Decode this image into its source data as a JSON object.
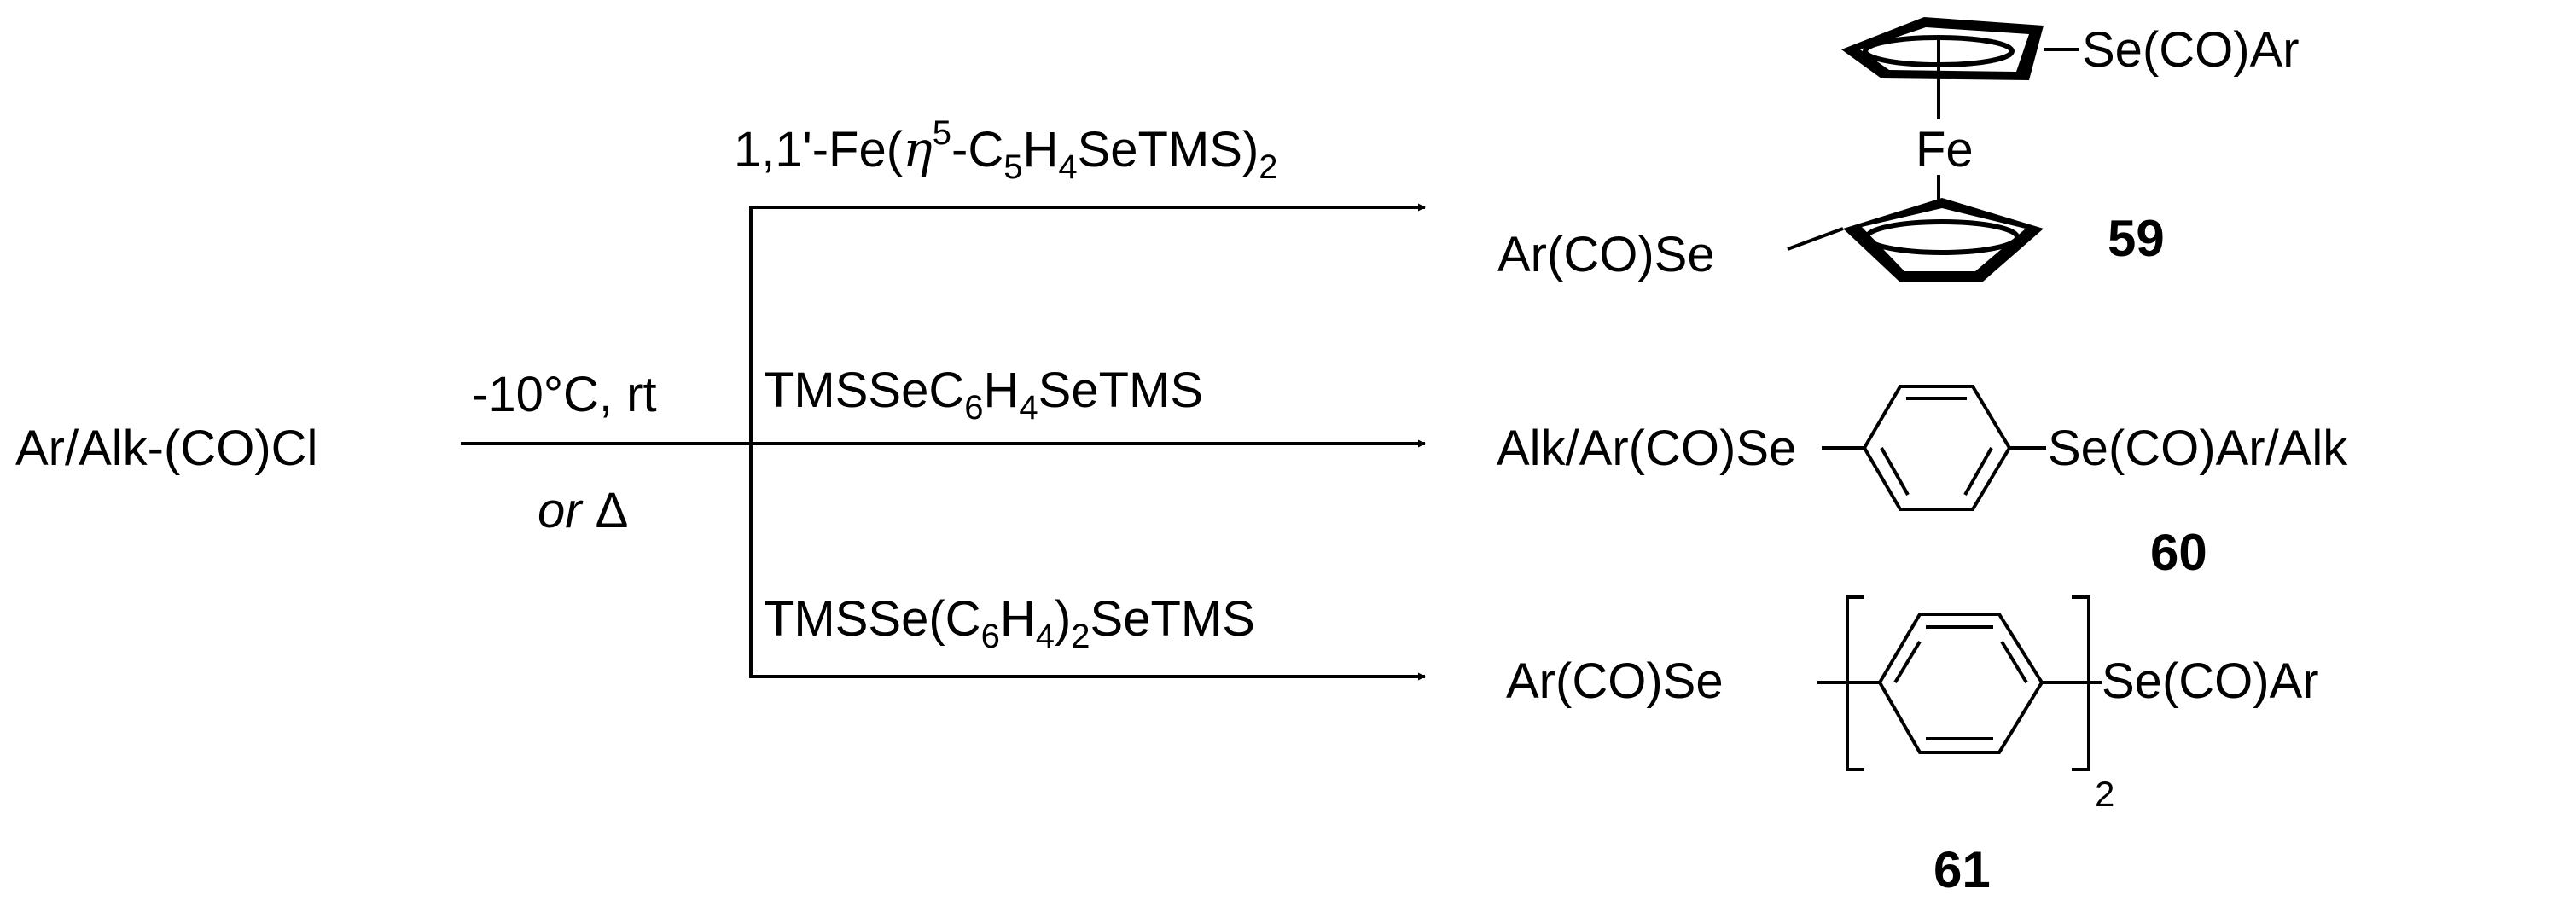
{
  "reactant": "Ar/Alk-(CO)Cl",
  "conditions": {
    "above": "-10°C, rt",
    "below_or": "or",
    "below_delta": "Δ"
  },
  "routes": [
    {
      "reagent": {
        "prefix": "1,1'-Fe(",
        "eta": "η",
        "eta_sup": "5",
        "mid": "-C",
        "sub1": "5",
        "h": "H",
        "sub2": "4",
        "rest": "SeTMS)",
        "sub3": "2"
      },
      "product": {
        "top_sub": "Se(CO)Ar",
        "metal": "Fe",
        "bottom_sub": "Ar(CO)Se",
        "number": "59"
      }
    },
    {
      "reagent": {
        "a": "TMSSeC",
        "sub1": "6",
        "b": "H",
        "sub2": "4",
        "c": "SeTMS"
      },
      "product": {
        "left": "Alk/Ar(CO)Se",
        "right": "Se(CO)Ar/Alk",
        "number": "60"
      }
    },
    {
      "reagent": {
        "a": "TMSSe(C",
        "sub1": "6",
        "b": "H",
        "sub2": "4",
        "c": ")",
        "sub3": "2",
        "d": "SeTMS"
      },
      "product": {
        "left": "Ar(CO)Se",
        "right": "Se(CO)Ar",
        "repeat": "2",
        "number": "61"
      }
    }
  ]
}
